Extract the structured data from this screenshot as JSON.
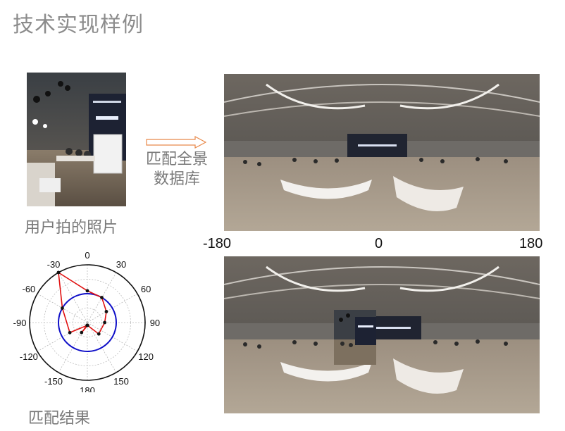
{
  "slide": {
    "title": "技术实现样例"
  },
  "photo": {
    "caption": "用户拍的照片"
  },
  "match_step": {
    "label_line1": "匹配全景",
    "label_line2": "数据库",
    "arrow_color": "#e8894a"
  },
  "panorama": {
    "axis_labels": [
      "-180",
      "0",
      "180"
    ]
  },
  "polar_plot": {
    "angle_labels": [
      "0",
      "30",
      "60",
      "90",
      "120",
      "150",
      "180",
      "-150",
      "-120",
      "-90",
      "-60",
      "-30"
    ],
    "circle_color": "#1010c8",
    "match_path_color": "#e01010",
    "caption": "匹配结果"
  },
  "chart_data": {
    "type": "polar",
    "theta_ticks": [
      0,
      30,
      60,
      90,
      120,
      150,
      180,
      -150,
      -120,
      -90,
      -60,
      -30
    ],
    "series": [
      {
        "points_theta_deg": [
          -30,
          0,
          30,
          60,
          90,
          135,
          175,
          -150,
          -175,
          -120,
          -60,
          -30
        ],
        "points_r": [
          1.0,
          0.55,
          0.5,
          0.38,
          0.3,
          0.28,
          0.05,
          0.2,
          0.05,
          0.35,
          0.5,
          1.0
        ]
      }
    ],
    "reference_circle_r": 0.5
  }
}
